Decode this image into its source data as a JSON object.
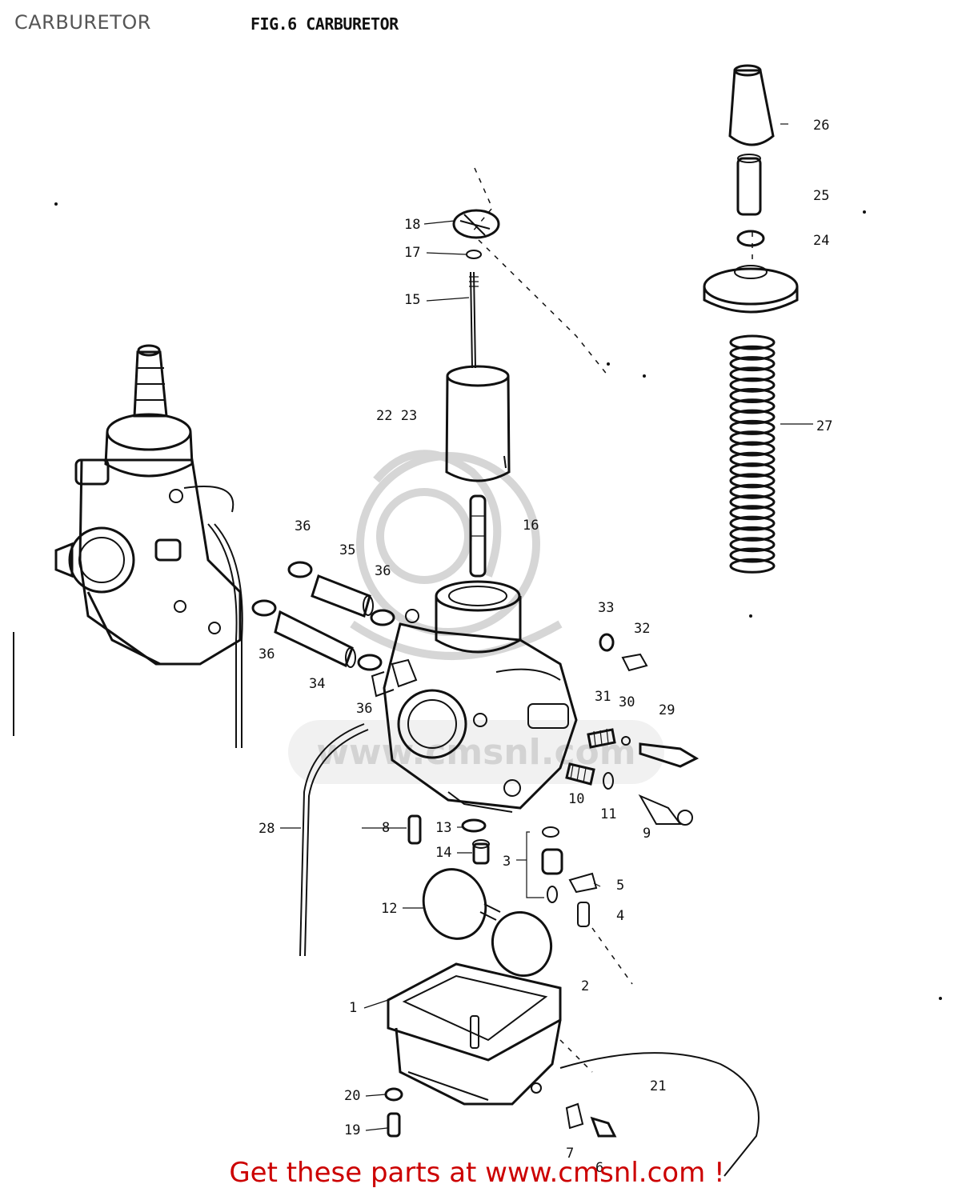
{
  "header": {
    "page_title": "CARBURETOR",
    "figure_title": "FIG.6  CARBURETOR"
  },
  "footer": {
    "cta": "Get these parts at www.cmsnl.com !"
  },
  "watermark": {
    "text": "www.cmsnl.com"
  },
  "callouts": [
    {
      "id": "1",
      "text": "1"
    },
    {
      "id": "2",
      "text": "2"
    },
    {
      "id": "3",
      "text": "3"
    },
    {
      "id": "4",
      "text": "4"
    },
    {
      "id": "5",
      "text": "5"
    },
    {
      "id": "6",
      "text": "6"
    },
    {
      "id": "7",
      "text": "7"
    },
    {
      "id": "8",
      "text": "8"
    },
    {
      "id": "9",
      "text": "9"
    },
    {
      "id": "10",
      "text": "10"
    },
    {
      "id": "11",
      "text": "11"
    },
    {
      "id": "12",
      "text": "12"
    },
    {
      "id": "13",
      "text": "13"
    },
    {
      "id": "14",
      "text": "14"
    },
    {
      "id": "15",
      "text": "15"
    },
    {
      "id": "16",
      "text": "16"
    },
    {
      "id": "17",
      "text": "17"
    },
    {
      "id": "18",
      "text": "18"
    },
    {
      "id": "19",
      "text": "19"
    },
    {
      "id": "20",
      "text": "20"
    },
    {
      "id": "21",
      "text": "21"
    },
    {
      "id": "22-23",
      "text": "22 23"
    },
    {
      "id": "24",
      "text": "24"
    },
    {
      "id": "25",
      "text": "25"
    },
    {
      "id": "26",
      "text": "26"
    },
    {
      "id": "27",
      "text": "27"
    },
    {
      "id": "28",
      "text": "28"
    },
    {
      "id": "29",
      "text": "29"
    },
    {
      "id": "30",
      "text": "30"
    },
    {
      "id": "31",
      "text": "31"
    },
    {
      "id": "32",
      "text": "32"
    },
    {
      "id": "33",
      "text": "33"
    },
    {
      "id": "34",
      "text": "34"
    },
    {
      "id": "35",
      "text": "35"
    },
    {
      "id": "36a",
      "text": "36"
    },
    {
      "id": "36b",
      "text": "36"
    },
    {
      "id": "36c",
      "text": "36"
    },
    {
      "id": "36d",
      "text": "36"
    }
  ]
}
